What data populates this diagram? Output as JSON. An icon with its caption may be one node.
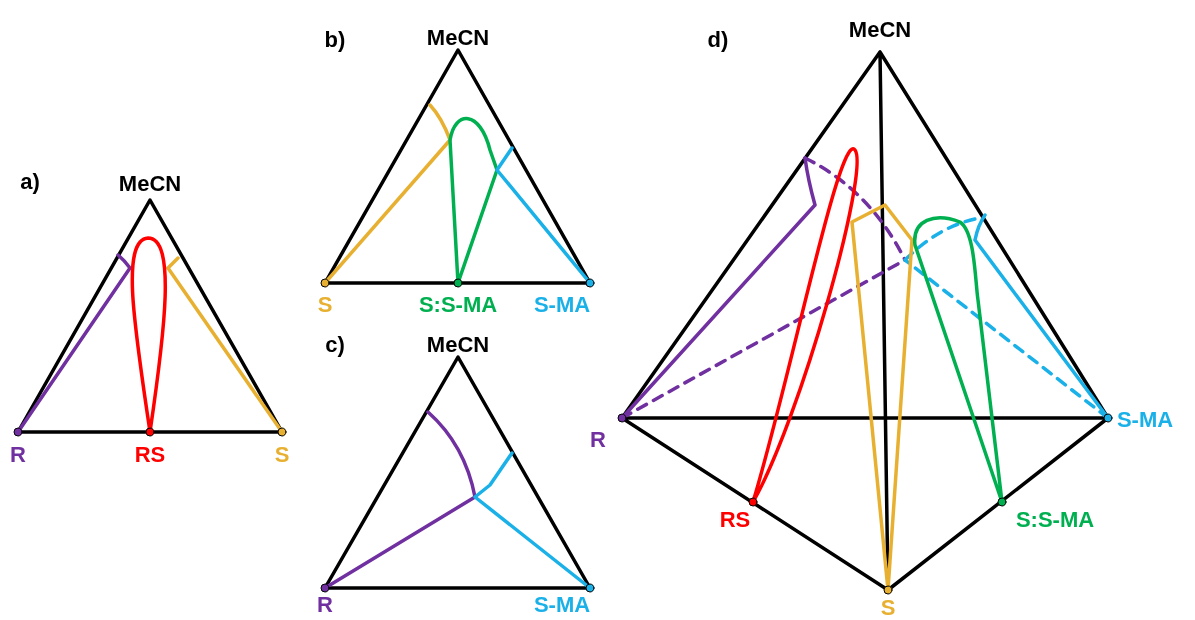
{
  "diagram": {
    "labels": [
      "a)",
      "MeCN",
      "R",
      "RS",
      "S",
      "b)",
      "MeCN",
      "S",
      "S:S-MA",
      "S-MA",
      "c)",
      "MeCN",
      "R",
      "S-MA",
      "d)",
      "MeCN",
      "R",
      "S-MA",
      "RS",
      "S:S-MA",
      "S"
    ]
  }
}
